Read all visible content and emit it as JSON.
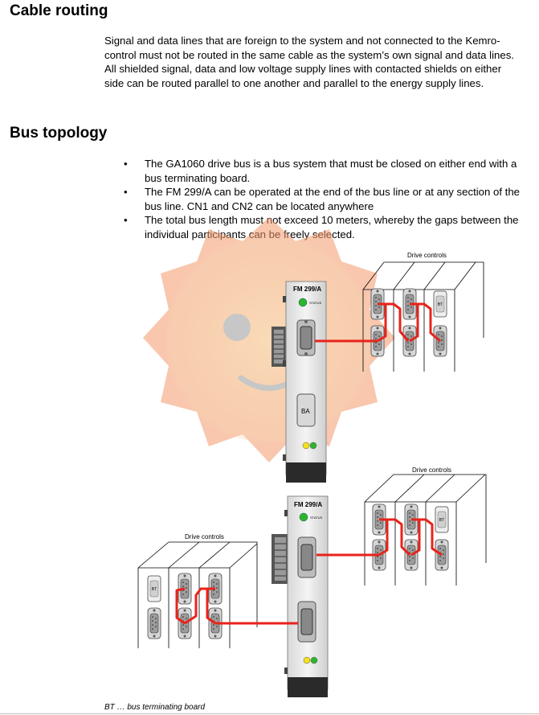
{
  "sections": {
    "cable_routing": {
      "heading": "Cable routing",
      "text": "Signal and data lines that are foreign to the system and not connected to the Kemro-control must not be routed in the same cable as the system’s own signal and data lines. All shielded signal, data and low voltage supply lines with contacted shields on either side can be routed parallel to one another and parallel to the energy supply lines."
    },
    "bus_topology": {
      "heading": "Bus topology",
      "bullets": [
        "The GA1060 drive bus is a bus system that must be closed on either end with a bus terminating board.",
        "The FM 299/A can be operated at the end of the bus line or at any section of the bus line. CN1 and CN2 can be located anywhere",
        "The total bus length must not exceed 10 meters, whereby the gaps between the individual participants can be freely selected."
      ]
    }
  },
  "figure": {
    "module_label": "FM 299/A",
    "status_label": "STATUS",
    "ba_label": "BA",
    "drive_controls_label": "Drive controls",
    "bt_label": "BT",
    "caption": "BT …  bus terminating board",
    "colors": {
      "bus_line": "#e8231a",
      "status_led": "#2db52d",
      "yellow_led": "#f4e21a",
      "watermark": "#f08a5a"
    }
  }
}
